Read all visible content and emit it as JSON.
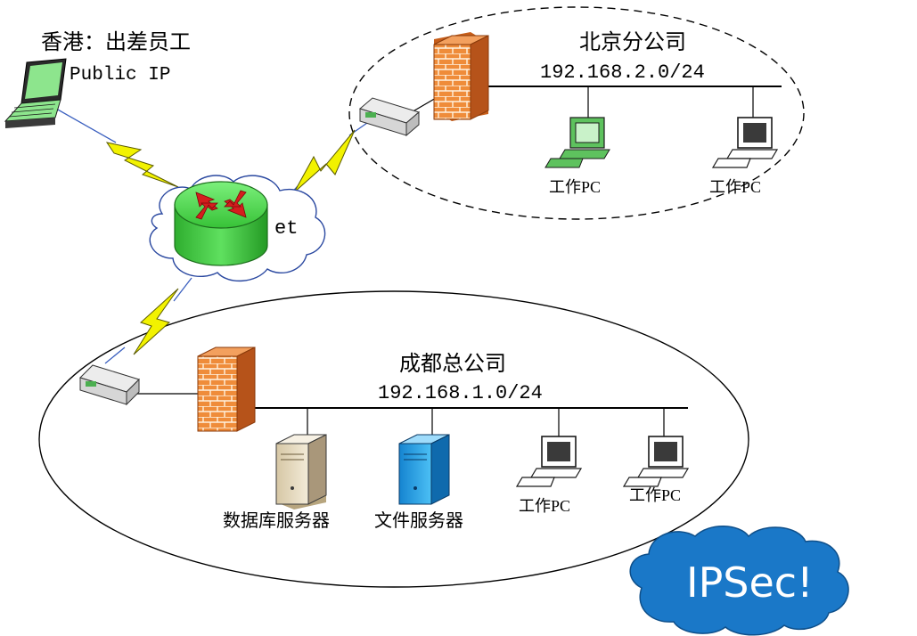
{
  "remote": {
    "title": "香港：出差员工",
    "subtitle": "Public IP"
  },
  "internet": {
    "label_fragment": "et"
  },
  "beijing": {
    "name": "北京分公司",
    "subnet": "192.168.2.0/24",
    "pcs": [
      "工作PC",
      "工作PC"
    ]
  },
  "chengdu": {
    "name": "成都总公司",
    "subnet": "192.168.1.0/24",
    "servers": [
      "数据库服务器",
      "文件服务器"
    ],
    "pcs": [
      "工作PC",
      "工作PC"
    ]
  },
  "badge": {
    "text": "IPSec!",
    "color": "#1a78c8"
  },
  "colors": {
    "firewall": "#e8782a",
    "router": "#3fcf3f",
    "arrow": "#d41e1e",
    "lightning": "#f2f200",
    "laptop_screen": "#8de58d",
    "pc_green": "#5ec25e",
    "file_server": "#2aa3e6",
    "db_server": "#e9dcc0"
  }
}
